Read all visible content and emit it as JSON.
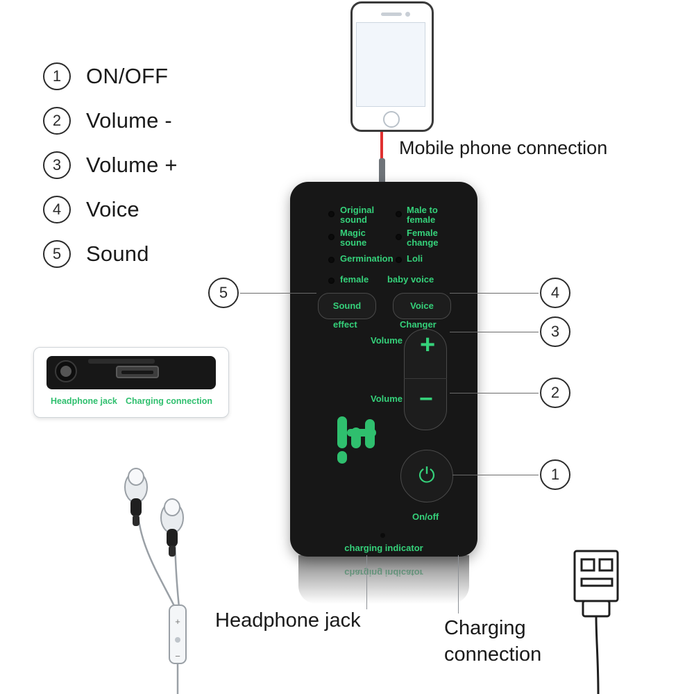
{
  "legend": {
    "items": [
      {
        "num": "1",
        "label": "ON/OFF"
      },
      {
        "num": "2",
        "label": "Volume -"
      },
      {
        "num": "3",
        "label": "Volume +"
      },
      {
        "num": "4",
        "label": "Voice"
      },
      {
        "num": "5",
        "label": "Sound"
      }
    ]
  },
  "phone": {
    "note": "Mobile phone connection"
  },
  "device": {
    "modes": [
      {
        "label": "Original\nsound",
        "line1": "Original",
        "line2": "sound"
      },
      {
        "label": "Male to\nfemale",
        "line1": "Male to",
        "line2": "female"
      },
      {
        "label": "Magic\nsoune",
        "line1": "Magic",
        "line2": "soune"
      },
      {
        "label": "Female\nchange",
        "line1": "Female",
        "line2": "change"
      },
      {
        "label": "Germination",
        "line1": "Germination",
        "line2": ""
      },
      {
        "label": "Loli",
        "line1": "Loli",
        "line2": ""
      },
      {
        "label": "female",
        "line1": "female",
        "line2": ""
      },
      {
        "label": "baby voice",
        "line1": "baby voice",
        "line2": ""
      }
    ],
    "sound_button": "Sound",
    "sound_button_sub": "effect",
    "voice_button": "Voice",
    "voice_button_sub": "Changer",
    "volume_up_label": "Volume",
    "volume_up_symbol": "+",
    "volume_down_label": "Volume",
    "volume_down_symbol": "−",
    "power_symbol": "⏻",
    "power_label": "On/off",
    "charging_indicator": "charging indicator",
    "charging_indicator_reflection": "charging indicator"
  },
  "callouts": [
    {
      "num": "5"
    },
    {
      "num": "4"
    },
    {
      "num": "3"
    },
    {
      "num": "2"
    },
    {
      "num": "1"
    }
  ],
  "inset": {
    "headphone_jack_caption": "Headphone jack",
    "charging_connection_caption": "Charging connection"
  },
  "captions": {
    "headphone_jack": "Headphone jack",
    "charging_connection_line1": "Charging",
    "charging_connection_line2": "connection"
  },
  "colors": {
    "green_text": "#35d17a",
    "device_black": "#171717",
    "accent_red_cable": "#e03030",
    "outline": "#2b2b2b"
  }
}
